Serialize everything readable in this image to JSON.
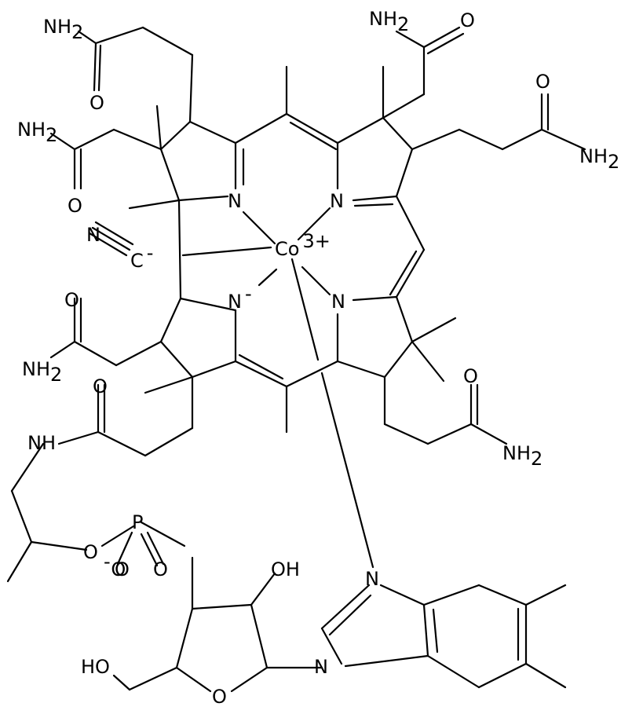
{
  "colors": {
    "bond": "#000000",
    "label": "#000000",
    "background": "#ffffff"
  },
  "labels": [
    {
      "id": "nh2_a",
      "text": "NH",
      "sub": "2"
    },
    {
      "id": "nh2_b",
      "text": "NH",
      "sub": "2"
    },
    {
      "id": "nh2_c",
      "text": "NH",
      "sub": "2"
    },
    {
      "id": "nh2_d",
      "text": "NH",
      "sub": "2"
    },
    {
      "id": "nh2_e",
      "text": "NH",
      "sub": "2"
    },
    {
      "id": "nh2_f",
      "text": "NH",
      "sub": "2"
    },
    {
      "id": "o_a",
      "text": "O"
    },
    {
      "id": "o_b",
      "text": "O"
    },
    {
      "id": "o_c",
      "text": "O"
    },
    {
      "id": "o_d",
      "text": "O"
    },
    {
      "id": "o_e",
      "text": "O"
    },
    {
      "id": "o_f",
      "text": "O"
    },
    {
      "id": "o_amide7",
      "text": "O"
    },
    {
      "id": "n1",
      "text": "N"
    },
    {
      "id": "n2",
      "text": "N"
    },
    {
      "id": "n3",
      "text": "N",
      "sup": "-"
    },
    {
      "id": "n4",
      "text": "N"
    },
    {
      "id": "co",
      "text": "Co",
      "sup": "3+"
    },
    {
      "id": "cn_n",
      "text": "N"
    },
    {
      "id": "cn_c",
      "text": "C",
      "sup": "-"
    },
    {
      "id": "nh",
      "text": "NH"
    },
    {
      "id": "p",
      "text": "P"
    },
    {
      "id": "o_p1",
      "text": "O"
    },
    {
      "id": "o_p2",
      "text": "O"
    },
    {
      "id": "o_p3",
      "text": "O"
    },
    {
      "id": "o_p4",
      "text": "O",
      "pre": "-"
    },
    {
      "id": "oh_ribose",
      "text": "OH"
    },
    {
      "id": "ho_ch2",
      "text": "HO"
    },
    {
      "id": "o_ring",
      "text": "O"
    },
    {
      "id": "n_bim1",
      "text": "N"
    },
    {
      "id": "n_bim2",
      "text": "N"
    }
  ]
}
